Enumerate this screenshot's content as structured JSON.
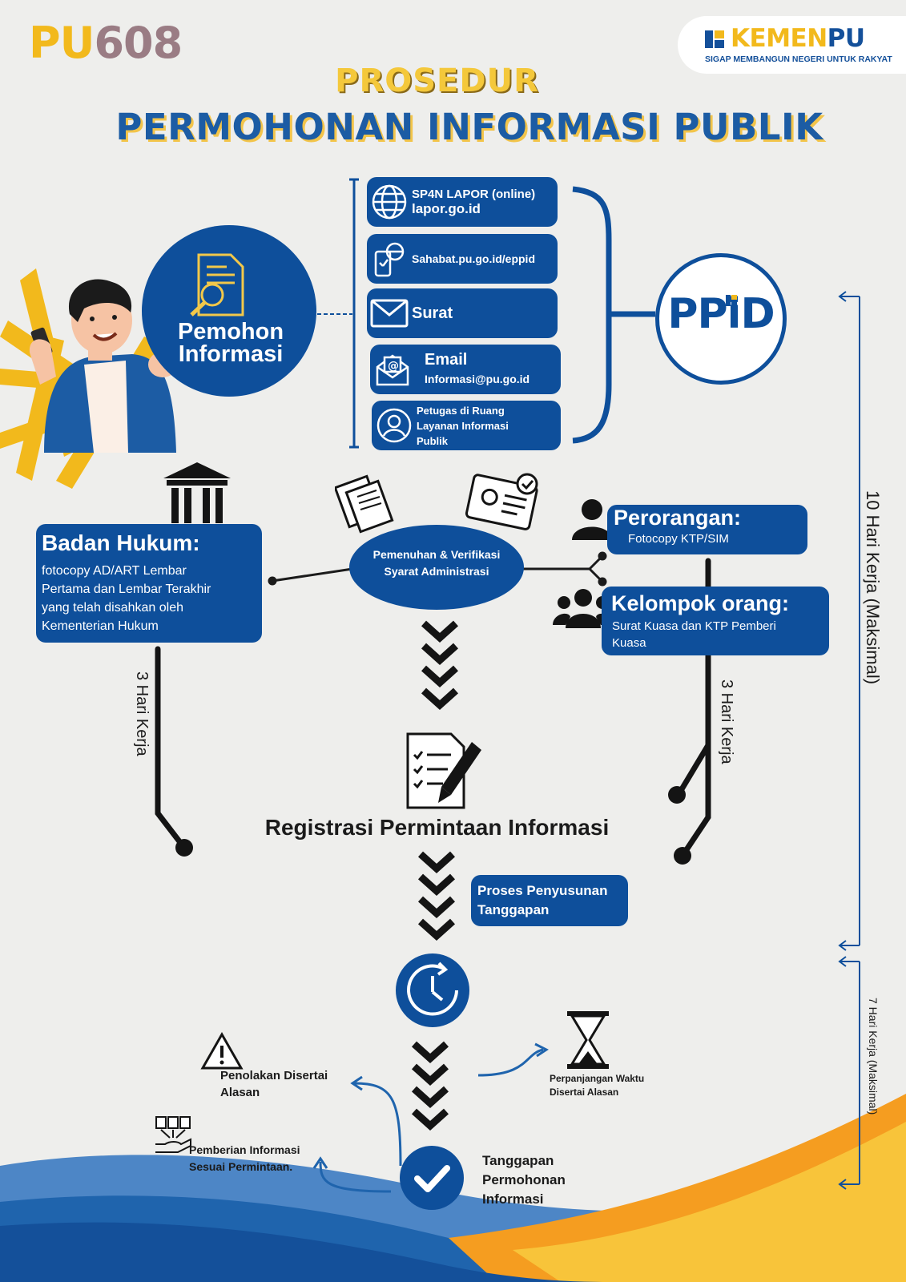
{
  "logo_left": {
    "prefix": "PU",
    "number": "608"
  },
  "logo_right": {
    "kemen": "KEMEN",
    "pu": "PU",
    "tagline": "SIGAP MEMBANGUN NEGERI UNTUK RAKYAT"
  },
  "title": {
    "line1": "PROSEDUR",
    "line2": "PERMOHONAN INFORMASI PUBLIK"
  },
  "pemohon": {
    "line1": "Pemohon",
    "line2": "Informasi"
  },
  "channels": [
    {
      "line1": "SP4N LAPOR (online)",
      "line2": "lapor.go.id"
    },
    {
      "line1": "Sahabat.pu.go.id/eppid"
    },
    {
      "line1": "Surat"
    },
    {
      "line1": "Email",
      "line2": "Informasi@pu.go.id"
    },
    {
      "line1": "Petugas di Ruang",
      "line2": "Layanan Informasi",
      "line3": "Publik"
    }
  ],
  "ppid": "PPiD",
  "badan_hukum": {
    "title": "Badan Hukum:",
    "lines": [
      "fotocopy AD/ART Lembar",
      "Pertama dan Lembar Terakhir",
      "yang telah disahkan oleh",
      "Kementerian Hukum"
    ]
  },
  "verifikasi": {
    "line1": "Pemenuhan & Verifikasi",
    "line2": "Syarat Administrasi"
  },
  "perorangan": {
    "title": "Perorangan:",
    "desc": "Fotocopy KTP/SIM"
  },
  "kelompok": {
    "title": "Kelompok orang:",
    "line1": "Surat Kuasa dan KTP Pemberi",
    "line2": "Kuasa"
  },
  "hari_kerja_left": "3 Hari Kerja",
  "hari_kerja_right": "3 Hari Kerja",
  "hari_kerja_10": "10 Hari Kerja (Maksimal)",
  "hari_kerja_7": "7 Hari Kerja (Maksimal)",
  "registrasi": "Registrasi Permintaan Informasi",
  "proses": {
    "line1": "Proses Penyusunan",
    "line2": "Tanggapan"
  },
  "penolakan": {
    "line1": "Penolakan Disertai",
    "line2": "Alasan"
  },
  "perpanjangan": {
    "line1": "Perpanjangan Waktu",
    "line2": "Disertai Alasan"
  },
  "pemberian": {
    "line1": "Pemberian Informasi",
    "line2": "Sesuai Permintaan."
  },
  "tanggapan": {
    "line1": "Tanggapan",
    "line2": "Permohonan",
    "line3": "Informasi"
  },
  "colors": {
    "primary": "#0e4f9b",
    "accent": "#f2b91c",
    "wave_light": "#4d86c6",
    "wave_orange": "#f59d20"
  }
}
